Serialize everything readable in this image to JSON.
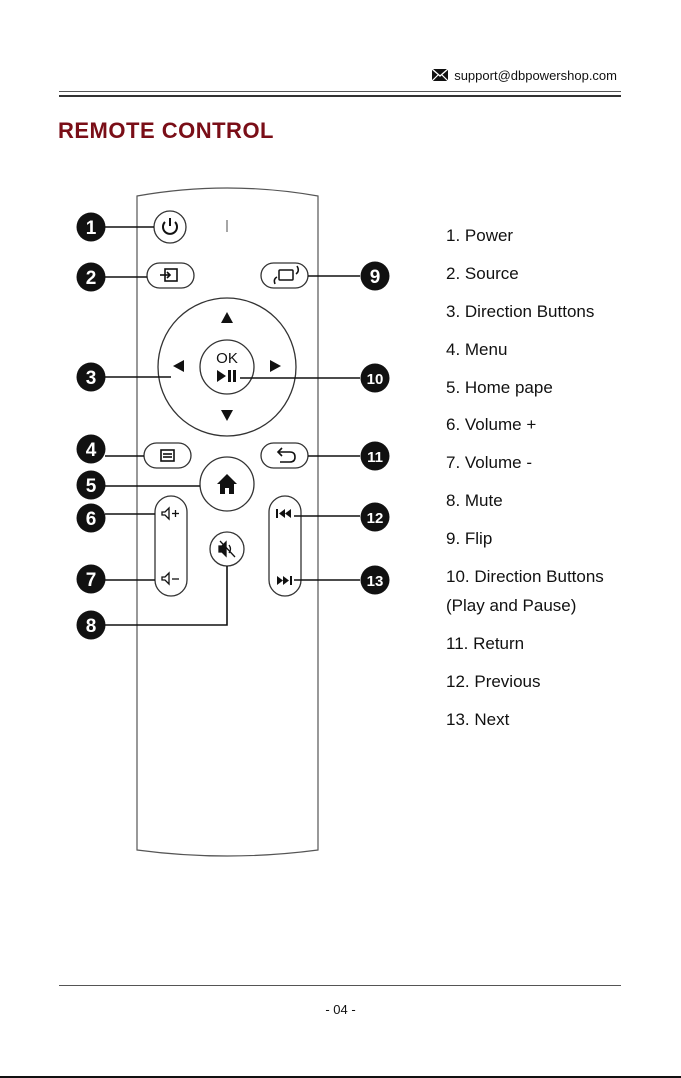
{
  "header": {
    "email": "support@dbpowershop.com"
  },
  "page": {
    "title": "REMOTE CONTROL",
    "page_number": "- 04 -"
  },
  "remote": {
    "ok_label": "OK",
    "callouts": [
      "1",
      "2",
      "3",
      "4",
      "5",
      "6",
      "7",
      "8",
      "9",
      "10",
      "11",
      "12",
      "13"
    ]
  },
  "legend": {
    "items": [
      "1. Power",
      "2. Source",
      "3. Direction Buttons",
      "4. Menu",
      "5. Home pape",
      "6. Volume +",
      "7. Volume -",
      "8. Mute",
      "9. Flip",
      "10. Direction Buttons",
      "(Play and Pause)",
      "11. Return",
      "12. Previous",
      "13. Next"
    ]
  }
}
